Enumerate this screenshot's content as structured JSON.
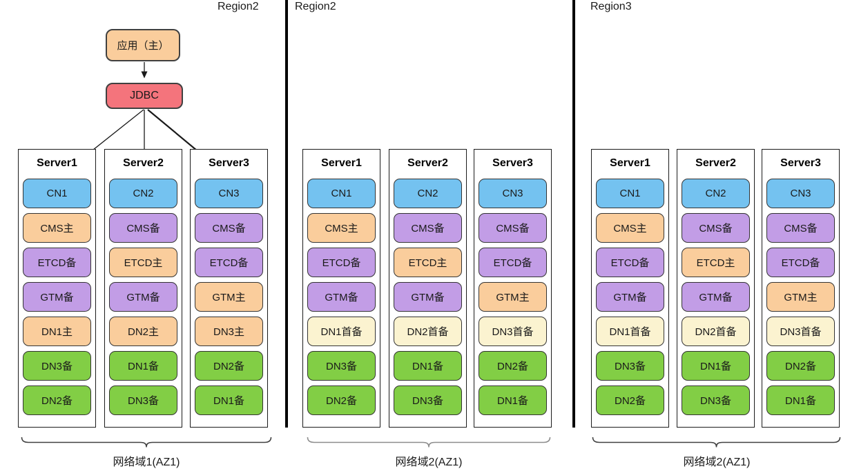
{
  "app_box": {
    "label": "应用（主）"
  },
  "jdbc_box": {
    "label": "JDBC"
  },
  "colors": {
    "blue": "#74C2F0",
    "orange": "#FACD9C",
    "purple": "#C29DE6",
    "cream": "#FBF3D0",
    "green": "#82CE45",
    "jdbc_red": "#F4747C",
    "app_orange": "#FACD9C",
    "node_border": "#333333",
    "brace_dark": "#404040",
    "brace_gray": "#8C8C8C"
  },
  "regions": [
    {
      "label": "Region2",
      "az_label": "网络域1(AZ1)",
      "servers": [
        {
          "name": "Server1",
          "items": [
            {
              "label": "CN1",
              "color": "blue"
            },
            {
              "label": "CMS主",
              "color": "orange"
            },
            {
              "label": "ETCD备",
              "color": "purple"
            },
            {
              "label": "GTM备",
              "color": "purple"
            },
            {
              "label": "DN1主",
              "color": "orange"
            },
            {
              "label": "DN3备",
              "color": "green"
            },
            {
              "label": "DN2备",
              "color": "green"
            }
          ]
        },
        {
          "name": "Server2",
          "items": [
            {
              "label": "CN2",
              "color": "blue"
            },
            {
              "label": "CMS备",
              "color": "purple"
            },
            {
              "label": "ETCD主",
              "color": "orange"
            },
            {
              "label": "GTM备",
              "color": "purple"
            },
            {
              "label": "DN2主",
              "color": "orange"
            },
            {
              "label": "DN1备",
              "color": "green"
            },
            {
              "label": "DN3备",
              "color": "green"
            }
          ]
        },
        {
          "name": "Server3",
          "items": [
            {
              "label": "CN3",
              "color": "blue"
            },
            {
              "label": "CMS备",
              "color": "purple"
            },
            {
              "label": "ETCD备",
              "color": "purple"
            },
            {
              "label": "GTM主",
              "color": "orange"
            },
            {
              "label": "DN3主",
              "color": "orange"
            },
            {
              "label": "DN2备",
              "color": "green"
            },
            {
              "label": "DN1备",
              "color": "green"
            }
          ]
        }
      ]
    },
    {
      "label": "Region2",
      "az_label": "网络域2(AZ1)",
      "servers": [
        {
          "name": "Server1",
          "items": [
            {
              "label": "CN1",
              "color": "blue"
            },
            {
              "label": "CMS主",
              "color": "orange"
            },
            {
              "label": "ETCD备",
              "color": "purple"
            },
            {
              "label": "GTM备",
              "color": "purple"
            },
            {
              "label": "DN1首备",
              "color": "cream"
            },
            {
              "label": "DN3备",
              "color": "green"
            },
            {
              "label": "DN2备",
              "color": "green"
            }
          ]
        },
        {
          "name": "Server2",
          "items": [
            {
              "label": "CN2",
              "color": "blue"
            },
            {
              "label": "CMS备",
              "color": "purple"
            },
            {
              "label": "ETCD主",
              "color": "orange"
            },
            {
              "label": "GTM备",
              "color": "purple"
            },
            {
              "label": "DN2首备",
              "color": "cream"
            },
            {
              "label": "DN1备",
              "color": "green"
            },
            {
              "label": "DN3备",
              "color": "green"
            }
          ]
        },
        {
          "name": "Server3",
          "items": [
            {
              "label": "CN3",
              "color": "blue"
            },
            {
              "label": "CMS备",
              "color": "purple"
            },
            {
              "label": "ETCD备",
              "color": "purple"
            },
            {
              "label": "GTM主",
              "color": "orange"
            },
            {
              "label": "DN3首备",
              "color": "cream"
            },
            {
              "label": "DN2备",
              "color": "green"
            },
            {
              "label": "DN1备",
              "color": "green"
            }
          ]
        }
      ]
    },
    {
      "label": "Region3",
      "az_label": "网络域2(AZ1)",
      "servers": [
        {
          "name": "Server1",
          "items": [
            {
              "label": "CN1",
              "color": "blue"
            },
            {
              "label": "CMS主",
              "color": "orange"
            },
            {
              "label": "ETCD备",
              "color": "purple"
            },
            {
              "label": "GTM备",
              "color": "purple"
            },
            {
              "label": "DN1首备",
              "color": "cream"
            },
            {
              "label": "DN3备",
              "color": "green"
            },
            {
              "label": "DN2备",
              "color": "green"
            }
          ]
        },
        {
          "name": "Server2",
          "items": [
            {
              "label": "CN2",
              "color": "blue"
            },
            {
              "label": "CMS备",
              "color": "purple"
            },
            {
              "label": "ETCD主",
              "color": "orange"
            },
            {
              "label": "GTM备",
              "color": "purple"
            },
            {
              "label": "DN2首备",
              "color": "cream"
            },
            {
              "label": "DN1备",
              "color": "green"
            },
            {
              "label": "DN3备",
              "color": "green"
            }
          ]
        },
        {
          "name": "Server3",
          "items": [
            {
              "label": "CN3",
              "color": "blue"
            },
            {
              "label": "CMS备",
              "color": "purple"
            },
            {
              "label": "ETCD备",
              "color": "purple"
            },
            {
              "label": "GTM主",
              "color": "orange"
            },
            {
              "label": "DN3首备",
              "color": "cream"
            },
            {
              "label": "DN2备",
              "color": "green"
            },
            {
              "label": "DN1备",
              "color": "green"
            }
          ]
        }
      ]
    }
  ]
}
